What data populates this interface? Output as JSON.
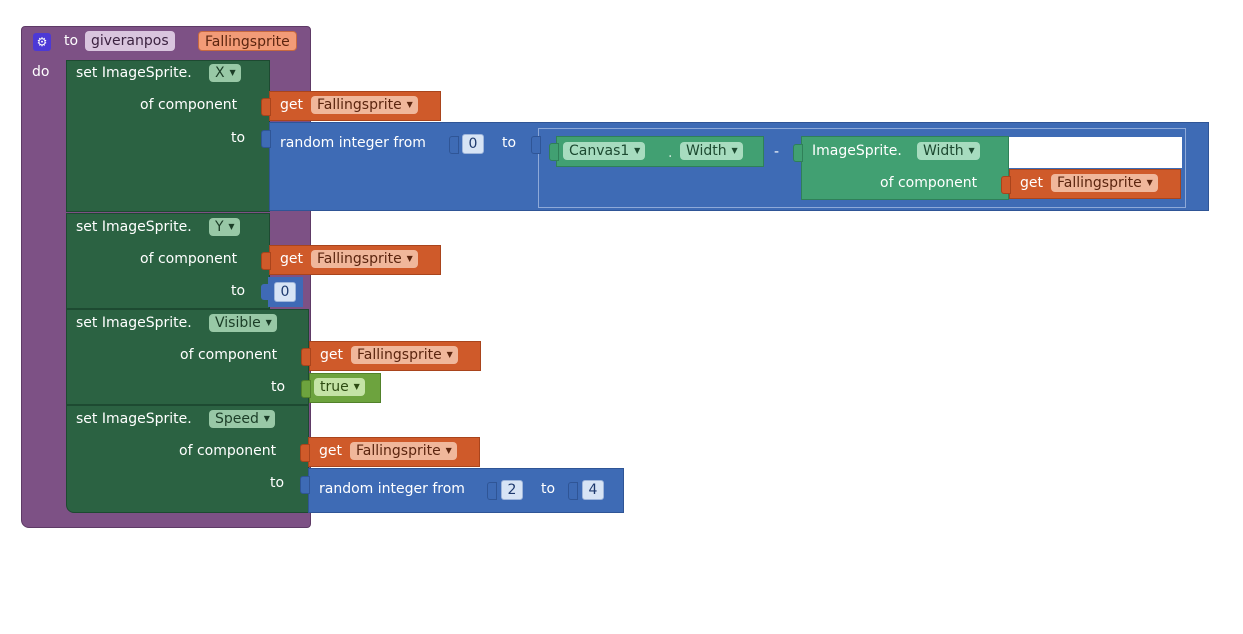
{
  "procedure": {
    "to_label": "to",
    "name": "giveranpos",
    "param": "Fallingsprite",
    "do_label": "do"
  },
  "labels": {
    "set_prefix": "set ImageSprite.",
    "of_component": "of component",
    "to": "to",
    "get": "get",
    "random_from": "random integer from",
    "minus": "-"
  },
  "blocks": {
    "x": {
      "property": "X",
      "component": "Fallingsprite",
      "from": "0",
      "canvas": "Canvas1",
      "canvas_prop": "Width",
      "sprite_label": "ImageSprite.",
      "sprite_prop": "Width",
      "sprite_component": "Fallingsprite"
    },
    "y": {
      "property": "Y",
      "component": "Fallingsprite",
      "value": "0"
    },
    "visible": {
      "property": "Visible",
      "component": "Fallingsprite",
      "value": "true"
    },
    "speed": {
      "property": "Speed",
      "component": "Fallingsprite",
      "from": "2",
      "to": "4"
    }
  },
  "icons": {
    "gear": "gear-icon",
    "caret": "dropdown-caret-icon"
  },
  "colors": {
    "procedure": "#7d5185",
    "setter": "#2b6242",
    "getter": "#cf5a2a",
    "math": "#3e6bb5",
    "component_getter": "#41a072",
    "logic": "#6da33e"
  }
}
